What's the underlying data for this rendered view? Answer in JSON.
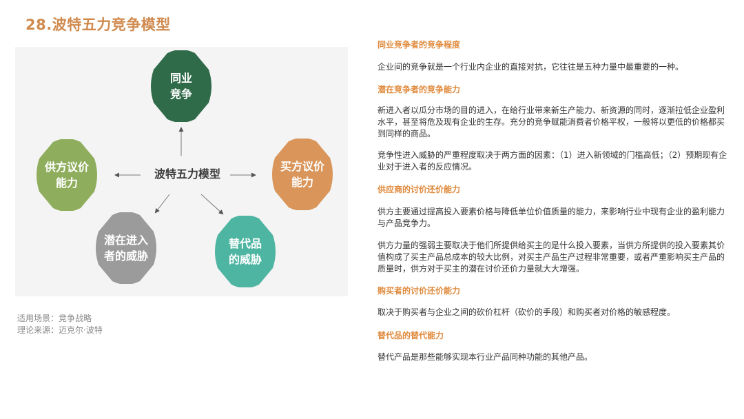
{
  "page": {
    "title": "28.波特五力竞争模型",
    "colors": {
      "title": "#d08a4e",
      "section_title": "#e08a3c",
      "panel_bg": "#f4f4f4"
    }
  },
  "diagram": {
    "center_label": "波特五力模型",
    "nodes": [
      {
        "id": "industry-rivalry",
        "line1": "同业",
        "line2": "竞争",
        "color": "#2f6b49"
      },
      {
        "id": "supplier-power",
        "line1": "供方议价",
        "line2": "能力",
        "color": "#8fae5d"
      },
      {
        "id": "buyer-power",
        "line1": "买方议价",
        "line2": "能力",
        "color": "#d9955a"
      },
      {
        "id": "new-entrants",
        "line1": "潜在进入",
        "line2": "者的威胁",
        "color": "#9b9b9b"
      },
      {
        "id": "substitutes",
        "line1": "替代品",
        "line2": "的威胁",
        "color": "#4db5a1"
      }
    ],
    "arrow_color": "#555555"
  },
  "meta": {
    "scenario": "适用场景：竞争战略",
    "source": "理论来源：迈克尔·波特"
  },
  "sections": [
    {
      "title": "同业竞争者的竞争程度",
      "paragraphs": [
        "企业间的竞争就是一个行业内企业的直接对抗，它往往是五种力量中最重要的一种。"
      ]
    },
    {
      "title": "潜在竞争者的竞争能力",
      "paragraphs": [
        "新进入者以瓜分市场的目的进入，在给行业带来新生产能力、新资源的同时，逐渐拉低企业盈利水平，甚至将危及现有企业的生存。充分的竞争赋能消费者价格平权，一般将以更低的价格都买到同样的商品。",
        "竞争性进入威胁的严重程度取决于两方面的因素：（1）进入新领域的门槛高低；（2）预期现有企业对于进入者的反应情况。"
      ]
    },
    {
      "title": "供应商的讨价还价能力",
      "paragraphs": [
        "供方主要通过提高投入要素价格与降低单位价值质量的能力，来影响行业中现有企业的盈利能力与产品竞争力。",
        "供方力量的强弱主要取决于他们所提供给买主的是什么投入要素，当供方所提供的投入要素其价值构成了买主产品总成本的较大比例，对买主产品生产过程非常重要，或者严重影响买主产品的质量时，供方对于买主的潜在讨价还价力量就大大增强。"
      ]
    },
    {
      "title": "购买者的讨价还价能力",
      "paragraphs": [
        "取决于购买者与企业之间的砍价杠杆（砍价的手段）和购买者对价格的敏感程度。"
      ]
    },
    {
      "title": "替代品的替代能力",
      "paragraphs": [
        "替代产品是那些能够实现本行业产品同种功能的其他产品。"
      ]
    }
  ]
}
